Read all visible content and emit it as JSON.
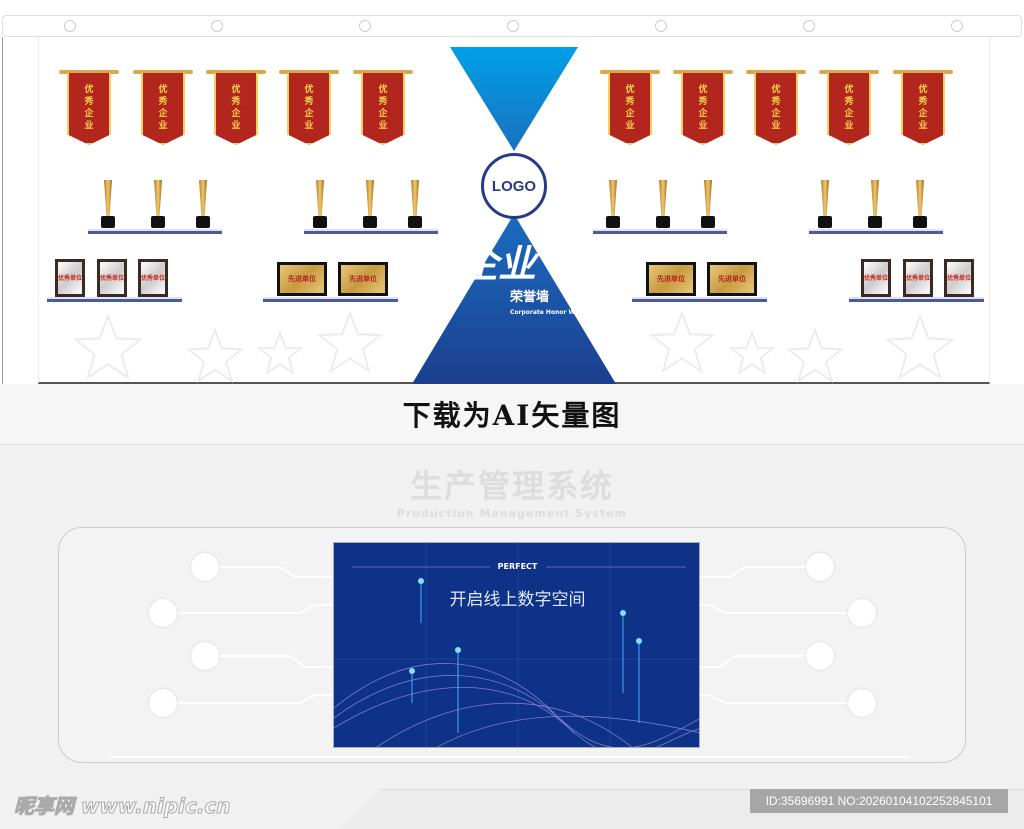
{
  "honor_wall": {
    "logo": "LOGO",
    "title_big": "企业",
    "title_cn": "荣誉墙",
    "title_en": "Corporate Honor Wall",
    "banner_text": [
      "优",
      "秀",
      "企",
      "业"
    ],
    "silver_plaque_text": "优秀单位",
    "gold_plaque_text": "先进单位",
    "colors": {
      "blue_top": "#00a0e8",
      "blue_bottom": "#1c3f8f",
      "banner_red": "#b3261e",
      "gold": "#d9a84a"
    }
  },
  "band": {
    "text": "下载为AI矢量图"
  },
  "system": {
    "title": "生产管理系统",
    "subtitle": "Production Management System",
    "screen_title": "开启线上数字空间",
    "screen_tag": "PERFECT"
  },
  "footer": {
    "watermark": "昵享网 www.nipic.cn",
    "id_text": "ID:35696991 NO:20260104102252845101"
  }
}
